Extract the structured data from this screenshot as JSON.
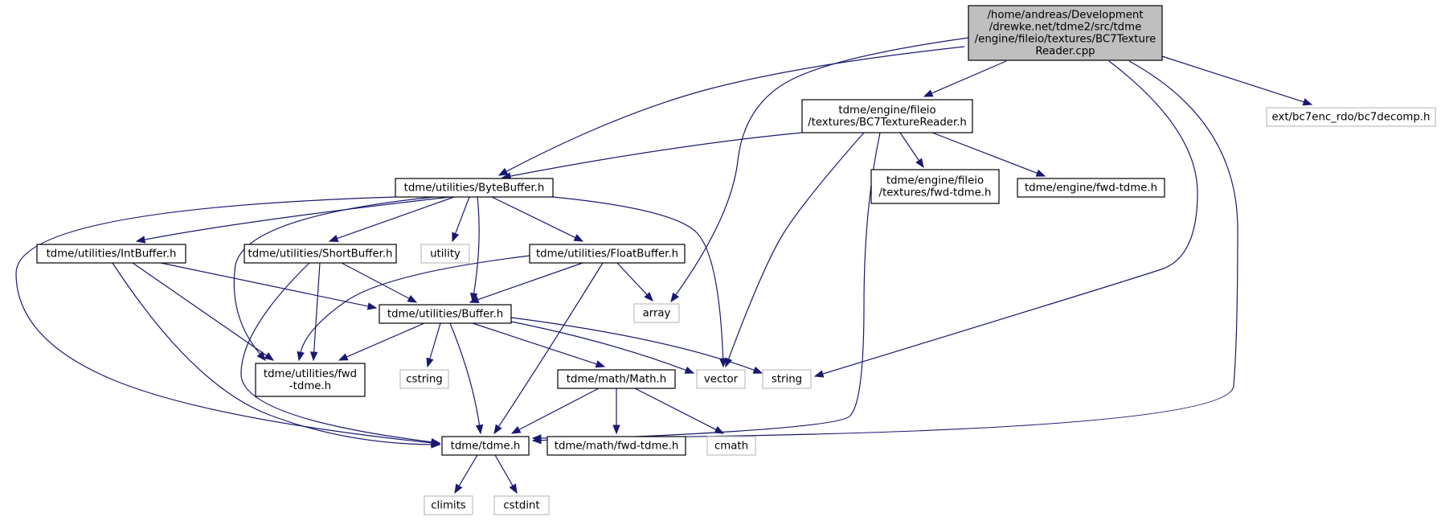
{
  "graph": {
    "nodes": [
      {
        "id": "main",
        "kind": "main",
        "lines": [
          "/home/andreas/Development",
          "/drewke.net/tdme2/src/tdme",
          "/engine/fileio/textures/BC7Texture",
          "Reader.cpp"
        ]
      },
      {
        "id": "bc7reader_h",
        "kind": "local",
        "lines": [
          "tdme/engine/fileio",
          "/textures/BC7TextureReader.h"
        ]
      },
      {
        "id": "bc7decomp",
        "kind": "system",
        "lines": [
          "ext/bc7enc_rdo/bc7decomp.h"
        ]
      },
      {
        "id": "bytebuffer",
        "kind": "local",
        "lines": [
          "tdme/utilities/ByteBuffer.h"
        ]
      },
      {
        "id": "textures_fwd",
        "kind": "local",
        "lines": [
          "tdme/engine/fileio",
          "/textures/fwd-tdme.h"
        ]
      },
      {
        "id": "engine_fwd",
        "kind": "local",
        "lines": [
          "tdme/engine/fwd-tdme.h"
        ]
      },
      {
        "id": "intbuffer",
        "kind": "local",
        "lines": [
          "tdme/utilities/IntBuffer.h"
        ]
      },
      {
        "id": "shortbuffer",
        "kind": "local",
        "lines": [
          "tdme/utilities/ShortBuffer.h"
        ]
      },
      {
        "id": "utility",
        "kind": "system",
        "lines": [
          "utility"
        ]
      },
      {
        "id": "floatbuffer",
        "kind": "local",
        "lines": [
          "tdme/utilities/FloatBuffer.h"
        ]
      },
      {
        "id": "array",
        "kind": "system",
        "lines": [
          "array"
        ]
      },
      {
        "id": "buffer",
        "kind": "local",
        "lines": [
          "tdme/utilities/Buffer.h"
        ]
      },
      {
        "id": "util_fwd",
        "kind": "local",
        "lines": [
          "tdme/utilities/fwd",
          "-tdme.h"
        ]
      },
      {
        "id": "cstring",
        "kind": "system",
        "lines": [
          "cstring"
        ]
      },
      {
        "id": "math",
        "kind": "local",
        "lines": [
          "tdme/math/Math.h"
        ]
      },
      {
        "id": "vector",
        "kind": "system",
        "lines": [
          "vector"
        ]
      },
      {
        "id": "string",
        "kind": "system",
        "lines": [
          "string"
        ]
      },
      {
        "id": "tdme",
        "kind": "local",
        "lines": [
          "tdme/tdme.h"
        ]
      },
      {
        "id": "math_fwd",
        "kind": "local",
        "lines": [
          "tdme/math/fwd-tdme.h"
        ]
      },
      {
        "id": "cmath",
        "kind": "system",
        "lines": [
          "cmath"
        ]
      },
      {
        "id": "climits",
        "kind": "system",
        "lines": [
          "climits"
        ]
      },
      {
        "id": "cstdint",
        "kind": "system",
        "lines": [
          "cstdint"
        ]
      }
    ],
    "edges": [
      [
        "main",
        "bytebuffer"
      ],
      [
        "main",
        "bc7reader_h"
      ],
      [
        "main",
        "array"
      ],
      [
        "main",
        "string"
      ],
      [
        "main",
        "tdme"
      ],
      [
        "main",
        "bc7decomp"
      ],
      [
        "bc7reader_h",
        "bytebuffer"
      ],
      [
        "bc7reader_h",
        "vector"
      ],
      [
        "bc7reader_h",
        "tdme"
      ],
      [
        "bc7reader_h",
        "textures_fwd"
      ],
      [
        "bc7reader_h",
        "engine_fwd"
      ],
      [
        "bytebuffer",
        "intbuffer"
      ],
      [
        "bytebuffer",
        "shortbuffer"
      ],
      [
        "bytebuffer",
        "utility"
      ],
      [
        "bytebuffer",
        "floatbuffer"
      ],
      [
        "bytebuffer",
        "buffer"
      ],
      [
        "bytebuffer",
        "util_fwd"
      ],
      [
        "bytebuffer",
        "vector"
      ],
      [
        "bytebuffer",
        "tdme"
      ],
      [
        "intbuffer",
        "buffer"
      ],
      [
        "intbuffer",
        "util_fwd"
      ],
      [
        "intbuffer",
        "tdme"
      ],
      [
        "shortbuffer",
        "buffer"
      ],
      [
        "shortbuffer",
        "util_fwd"
      ],
      [
        "shortbuffer",
        "tdme"
      ],
      [
        "floatbuffer",
        "buffer"
      ],
      [
        "floatbuffer",
        "util_fwd"
      ],
      [
        "floatbuffer",
        "array"
      ],
      [
        "floatbuffer",
        "tdme"
      ],
      [
        "buffer",
        "util_fwd"
      ],
      [
        "buffer",
        "cstring"
      ],
      [
        "buffer",
        "tdme"
      ],
      [
        "buffer",
        "math"
      ],
      [
        "buffer",
        "vector"
      ],
      [
        "buffer",
        "string"
      ],
      [
        "math",
        "tdme"
      ],
      [
        "math",
        "math_fwd"
      ],
      [
        "math",
        "cmath"
      ],
      [
        "tdme",
        "climits"
      ],
      [
        "tdme",
        "cstdint"
      ]
    ]
  }
}
